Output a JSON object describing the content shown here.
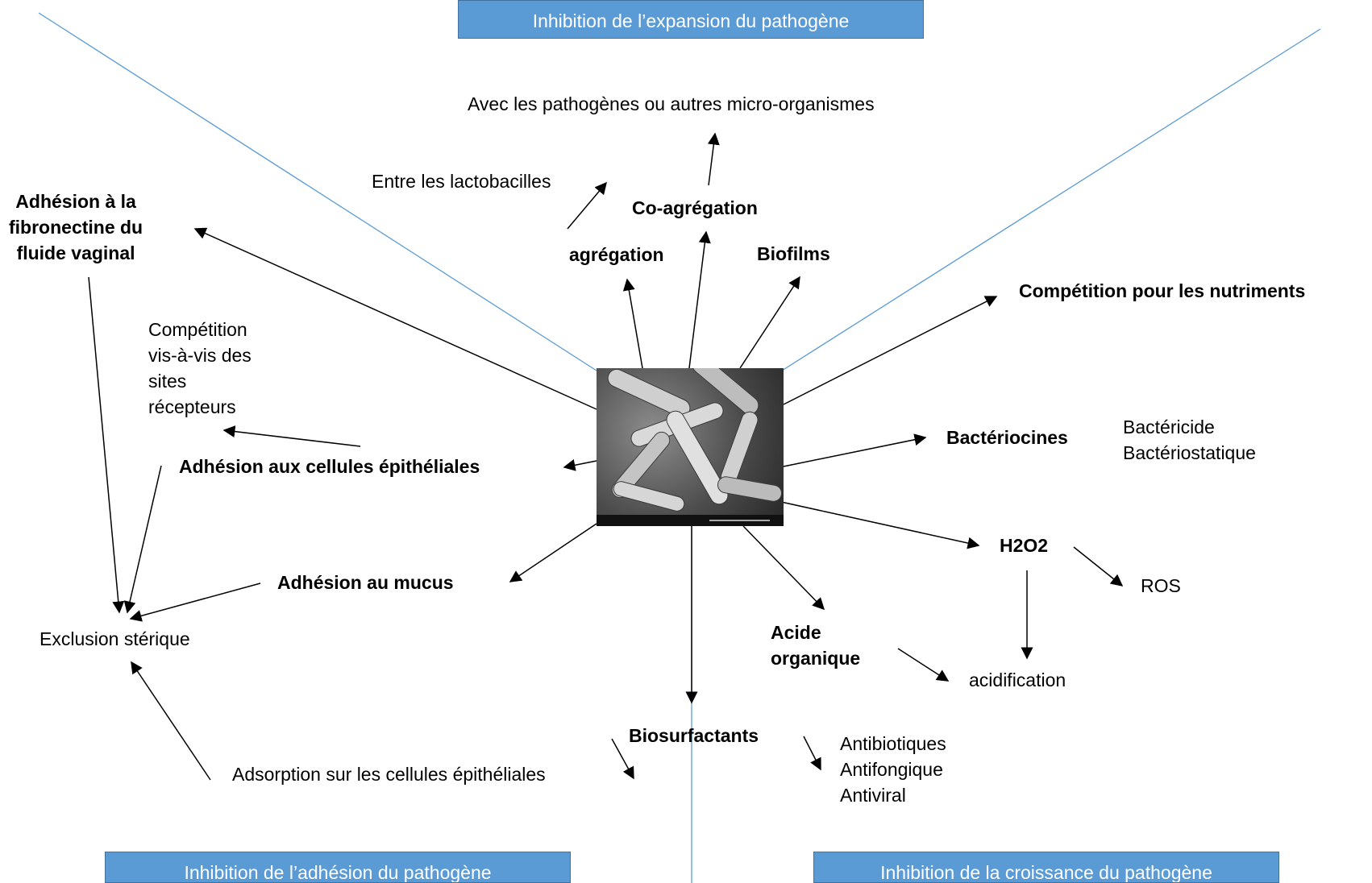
{
  "banners": {
    "top": "Inhibition de l’expansion du pathogène",
    "bottom_left": "Inhibition de l’adhésion du pathogène",
    "bottom_right": "Inhibition de la croissance du pathogène"
  },
  "center_image": {
    "description_icon": "lactobacilli-micrograph"
  },
  "nodes": {
    "avec_pathogenes": "Avec les pathogènes ou autres micro-organismes",
    "entre_lactobacilles": "Entre les lactobacilles",
    "co_agregation": "Co-agrégation",
    "agregation": "agrégation",
    "biofilms": "Biofilms",
    "adhesion_fibronectine": "Adhésion à la\nfibronectine du\nfluide vaginal",
    "competition_nutriments": "Compétition pour les nutriments",
    "competition_sites": "Compétition\nvis-à-vis des\nsites\nrécepteurs",
    "adhesion_cellules": "Adhésion aux cellules épithéliales",
    "bacteriocines": "Bactériocines",
    "bactericide": "Bactéricide\nBactériostatique",
    "h2o2": "H2O2",
    "ros": "ROS",
    "adhesion_mucus": "Adhésion au mucus",
    "exclusion_sterique": "Exclusion stérique",
    "acide_organique": "Acide\norganique",
    "acidification": "acidification",
    "biosurfactants": "Biosurfactants",
    "antibiotiques": "Antibiotiques\nAntifongique\nAntiviral",
    "adsorption": "Adsorption sur les cellules épithéliales"
  },
  "colors": {
    "banner_fill": "#5b9bd5",
    "divider_line": "#5b9bd5",
    "arrow": "#000000"
  }
}
